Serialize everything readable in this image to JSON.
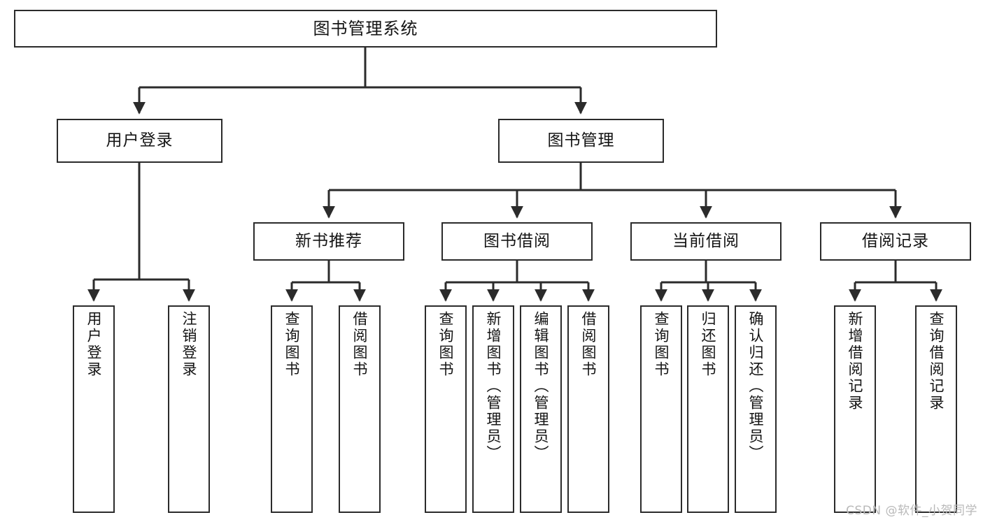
{
  "diagram": {
    "title": "图书管理系统",
    "type": "tree-hierarchy-chart",
    "colors": {
      "box_border": "#2b2b2b",
      "box_fill": "#ffffff",
      "edge": "#2b2b2b",
      "text": "#141414",
      "watermark": "#b9b9b9"
    },
    "root": {
      "label": "图书管理系统"
    },
    "level1": [
      {
        "label": "用户登录"
      },
      {
        "label": "图书管理"
      }
    ],
    "level2": [
      {
        "label": "新书推荐"
      },
      {
        "label": "图书借阅"
      },
      {
        "label": "当前借阅"
      },
      {
        "label": "借阅记录"
      }
    ],
    "leaves": {
      "user_login": [
        {
          "label": "用户登录"
        },
        {
          "label": "注销登录"
        }
      ],
      "new_book_recommend": [
        {
          "label": "查询图书"
        },
        {
          "label": "借阅图书"
        }
      ],
      "book_borrow": [
        {
          "label": "查询图书"
        },
        {
          "label": "新增图书（管理员）"
        },
        {
          "label": "编辑图书（管理员）"
        },
        {
          "label": "借阅图书"
        }
      ],
      "current_borrow": [
        {
          "label": "查询图书"
        },
        {
          "label": "归还图书"
        },
        {
          "label": "确认归还（管理员）"
        }
      ],
      "borrow_record": [
        {
          "label": "新增借阅记录"
        },
        {
          "label": "查询借阅记录"
        }
      ]
    }
  },
  "watermark": {
    "text": "CSDN @软件_小贺同学"
  }
}
